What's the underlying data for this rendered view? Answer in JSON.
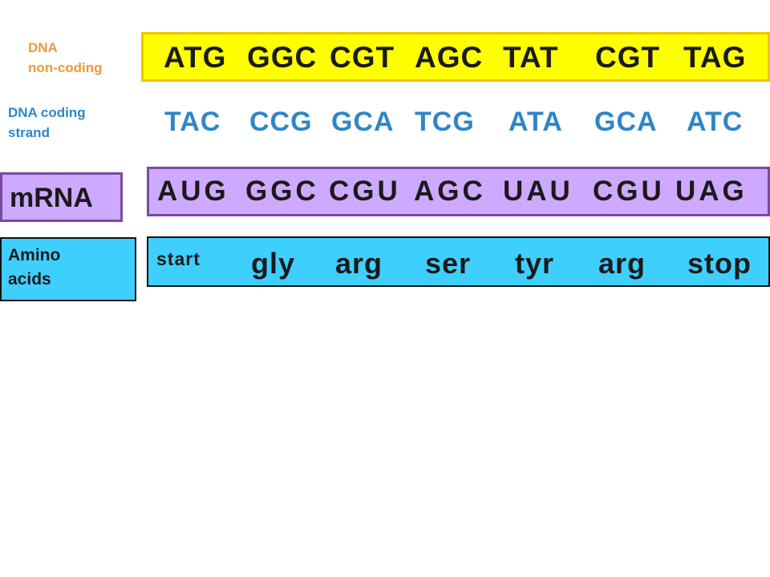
{
  "labels": {
    "dna_noncoding_line1": "DNA",
    "dna_noncoding_line2": "non-coding",
    "dna_coding_line1": "DNA coding",
    "dna_coding_line2": "strand",
    "mrna": "mRNA",
    "amino_line1": "Amino",
    "amino_line2": "acids"
  },
  "dna_noncoding_codons": [
    "ATG",
    "GGC",
    "CGT",
    "AGC",
    "TAT",
    "CGT",
    "TAG"
  ],
  "dna_coding_codons": [
    "TAC",
    "CCG",
    "GCA",
    "TCG",
    "ATA",
    "GCA",
    "ATC"
  ],
  "mrna_codons": [
    "AUG",
    "GGC",
    "CGU",
    "AGC",
    "UAU",
    "CGU",
    "UAG"
  ],
  "amino_acids": [
    "start",
    "gly",
    "arg",
    "ser",
    "tyr",
    "arg",
    "stop"
  ],
  "colors": {
    "dna_box": "#ffff00",
    "mrna_box": "#cdaaff",
    "amino_box": "#3fcfff",
    "noncoding_label": "#f0983a",
    "coding_text": "#2e86c8"
  }
}
